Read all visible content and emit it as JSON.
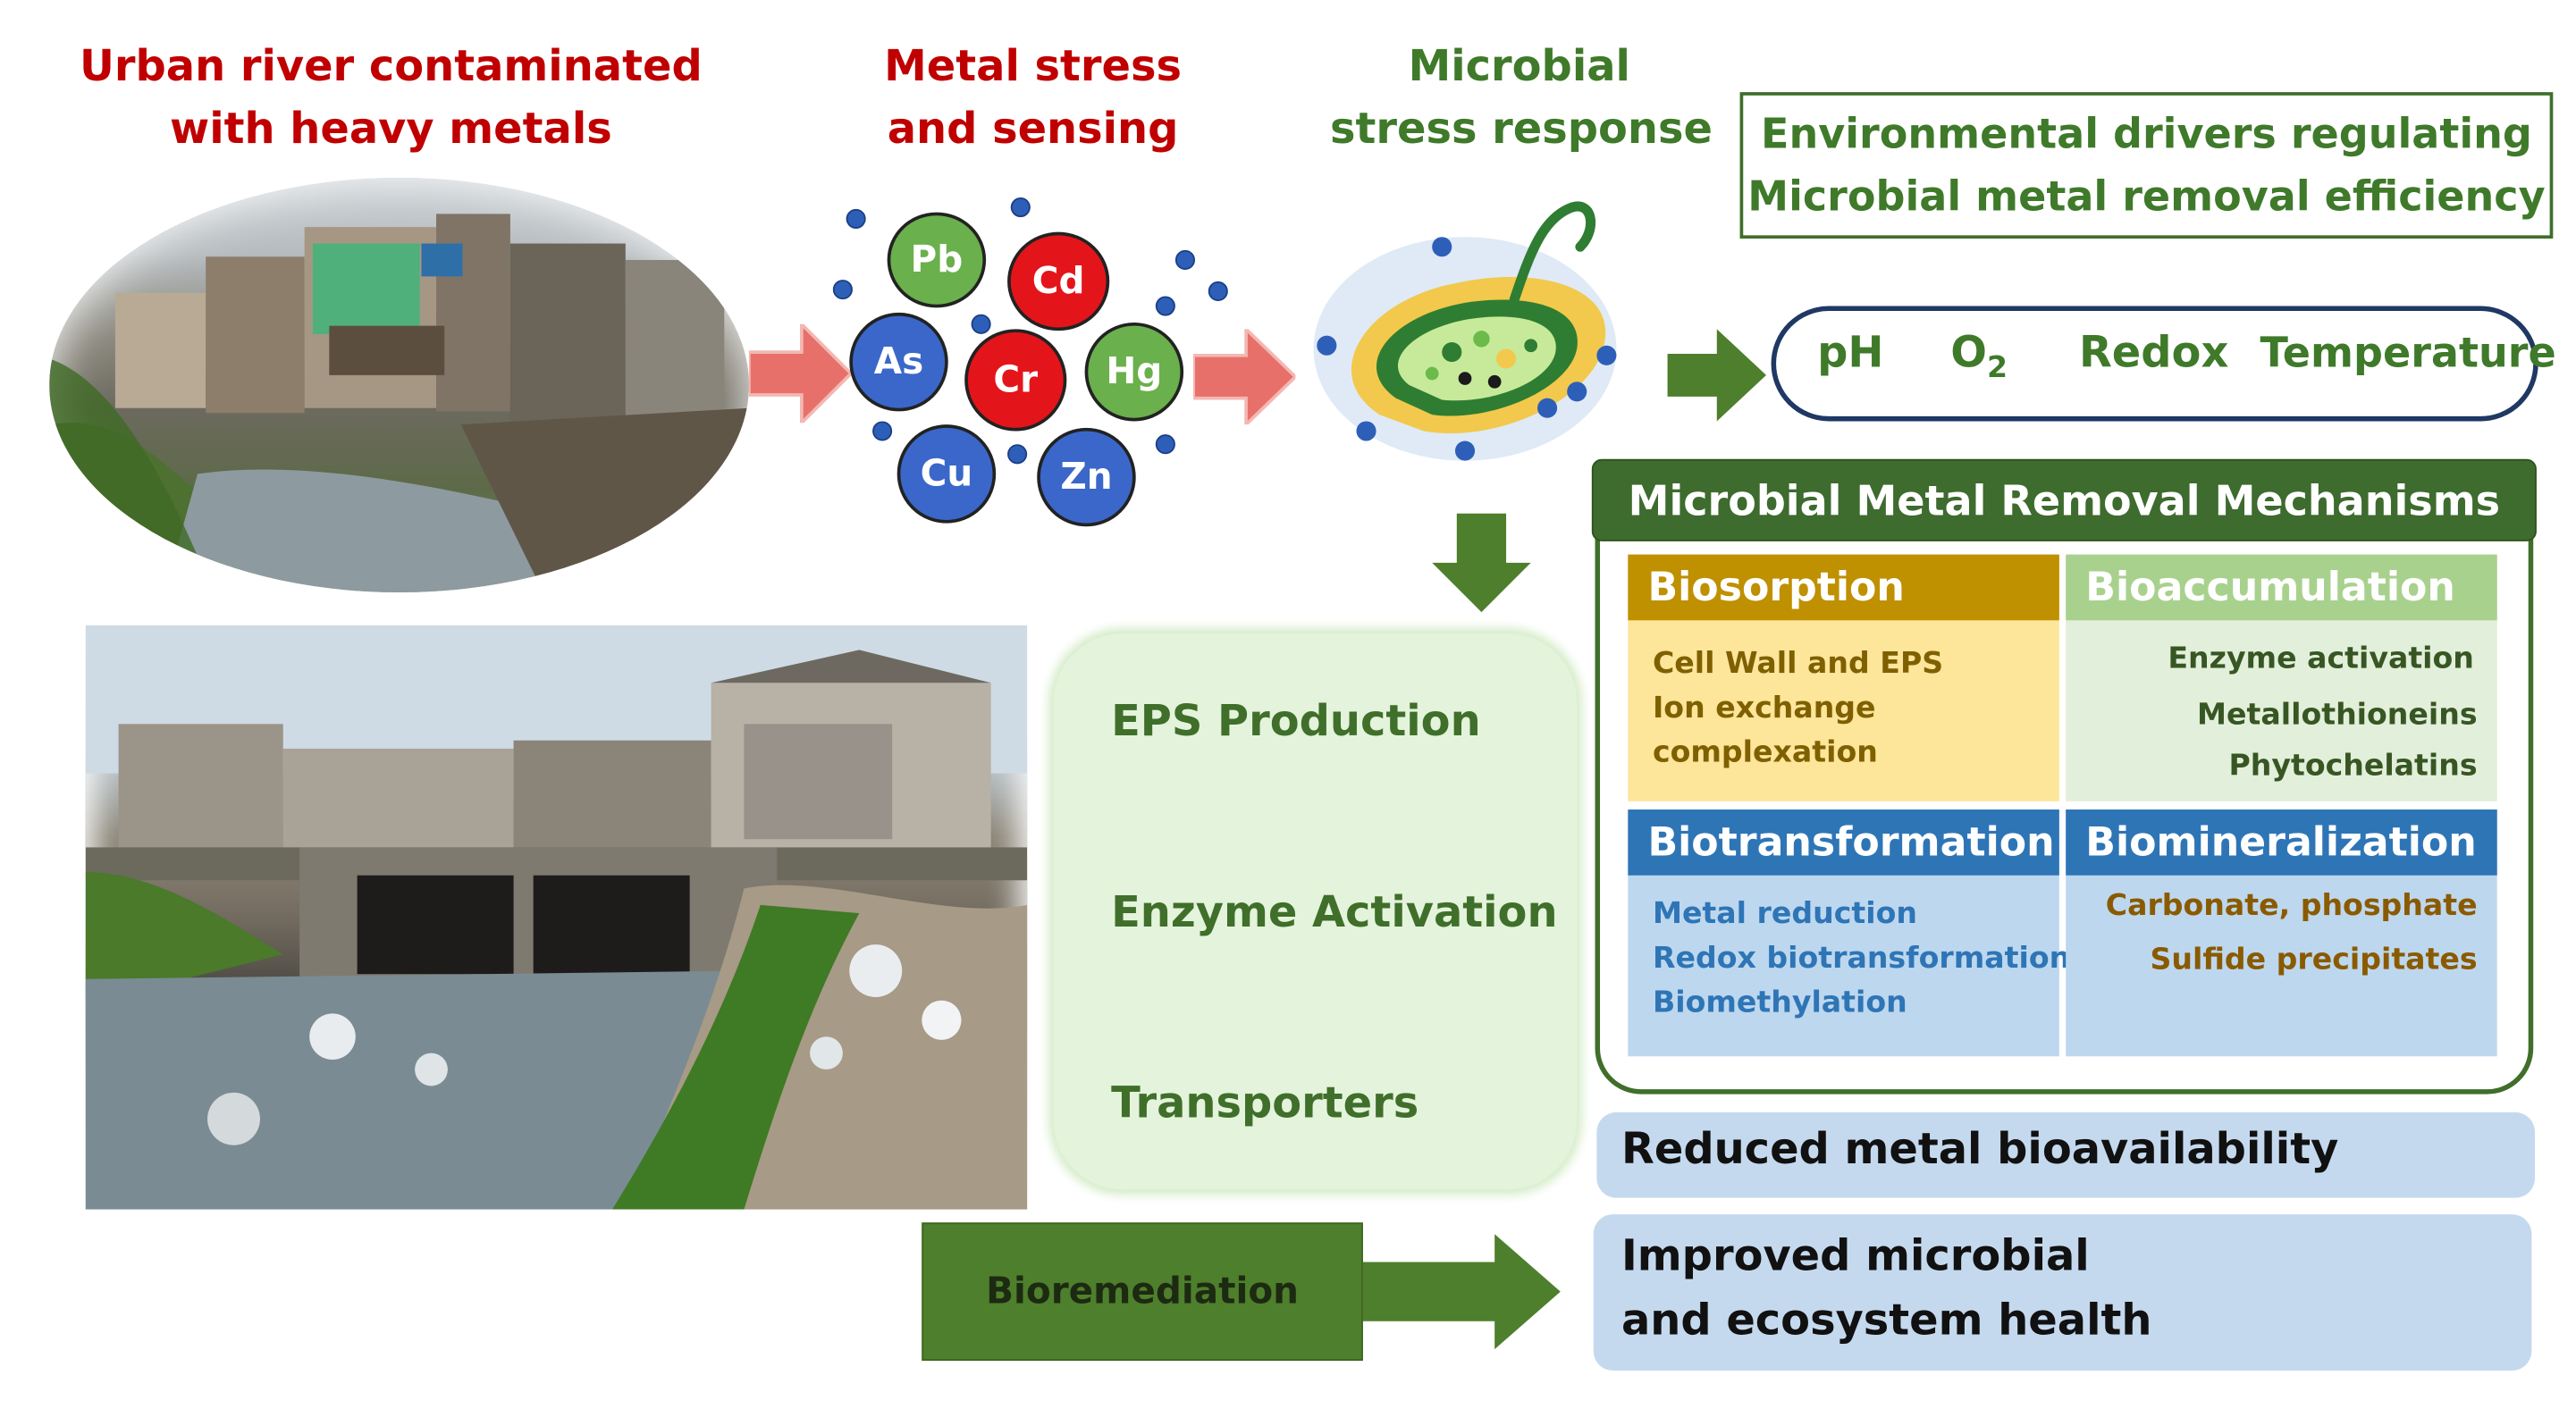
{
  "headers": {
    "river": [
      "Urban river contaminated",
      "with heavy metals"
    ],
    "metal": [
      "Metal stress",
      "and sensing"
    ],
    "microbe": [
      "Microbial",
      "stress response"
    ]
  },
  "ions": [
    "Pb",
    "Cd",
    "As",
    "Cr",
    "Hg",
    "Cu",
    "Zn"
  ],
  "env_box": [
    "Environmental drivers regulating",
    "Microbial metal removal efficiency"
  ],
  "params": {
    "ph": "pH",
    "o2": "O",
    "o2_sub": "2",
    "redox": "Redox",
    "temperature": "Temperature"
  },
  "mechanisms": {
    "title": "Microbial Metal Removal Mechanisms",
    "biosorption": {
      "title": "Biosorption",
      "items": [
        "Cell Wall and EPS",
        "Ion exchange",
        "complexation"
      ]
    },
    "bioaccumulation": {
      "title": "Bioaccumulation",
      "items": [
        "Enzyme activation",
        "Metallothioneins",
        "Phytochelatins"
      ]
    },
    "biotransformation": {
      "title": "Biotransformation",
      "items": [
        "Metal reduction",
        "Redox biotransformation",
        "Biomethylation"
      ]
    },
    "biomineralization": {
      "title": "Biomineralization",
      "items": [
        "Carbonate, phosphate",
        "Sulfide precipitates"
      ]
    }
  },
  "responses": [
    "EPS Production",
    "Enzyme Activation",
    "Transporters"
  ],
  "outcomes": {
    "reduced": "Reduced metal bioavailability",
    "improved": [
      "Improved microbial",
      "and ecosystem health"
    ]
  },
  "bioremediation": "Bioremediation",
  "colors": {
    "red_title": "#c00000",
    "green_text": "#3f7a2a",
    "dark_green": "#3e6b2e",
    "biosorption_header": "#bf9000",
    "biosorption_fill": "#fde59a",
    "bioaccumulation_header": "#a9d18e",
    "bioaccumulation_fill": "#e2efda",
    "blue_header": "#2e75b6",
    "blue_fill": "#bdd7ee",
    "outcome_fill": "#c5d9ee"
  }
}
